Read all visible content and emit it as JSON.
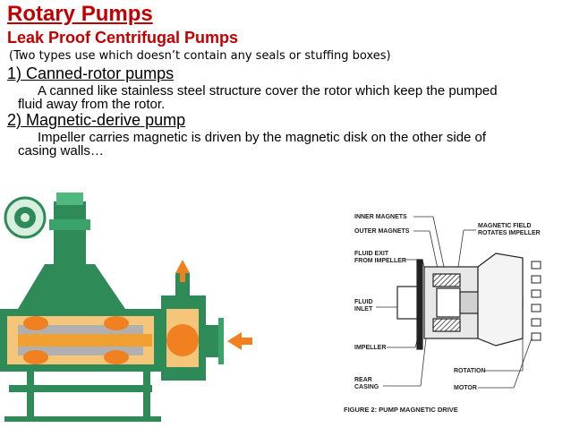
{
  "slide": {
    "title": "Rotary Pumps",
    "subtitle": "Leak Proof Centrifugal Pumps",
    "note": "(Two types use which doesn’t contain any seals or stuffing boxes)",
    "item1_heading": "1) Canned-rotor pumps",
    "item1_line1": "A canned like stainless steel structure cover the rotor which keep the pumped",
    "item1_line2": "fluid away from the rotor.",
    "item2_heading": "2) Magnetic-derive pump",
    "item2_line1": "Impeller carries magnetic is driven  by the magnetic disk on the other side of",
    "item2_line2": "casing walls…"
  },
  "figure": {
    "labels": {
      "inner_magnets": "INNER MAGNETS",
      "outer_magnets": "OUTER MAGNETS",
      "fluid_exit_1": "FLUID EXIT",
      "fluid_exit_2": "FROM IMPELLER",
      "fluid_inlet_1": "FLUID",
      "fluid_inlet_2": "INLET",
      "impeller": "IMPELLER",
      "rear_casing_1": "REAR",
      "rear_casing_2": "CASING",
      "magnetic_field_1": "MAGNETIC FIELD",
      "magnetic_field_2": "ROTATES IMPELLER",
      "rotation": "ROTATION",
      "motor": "MOTOR"
    },
    "caption": "FIGURE 2: PUMP MAGNETIC DRIVE"
  },
  "colors": {
    "title": "#c00000",
    "pump_green": "#2e8b57",
    "pump_orange": "#f0a030"
  }
}
